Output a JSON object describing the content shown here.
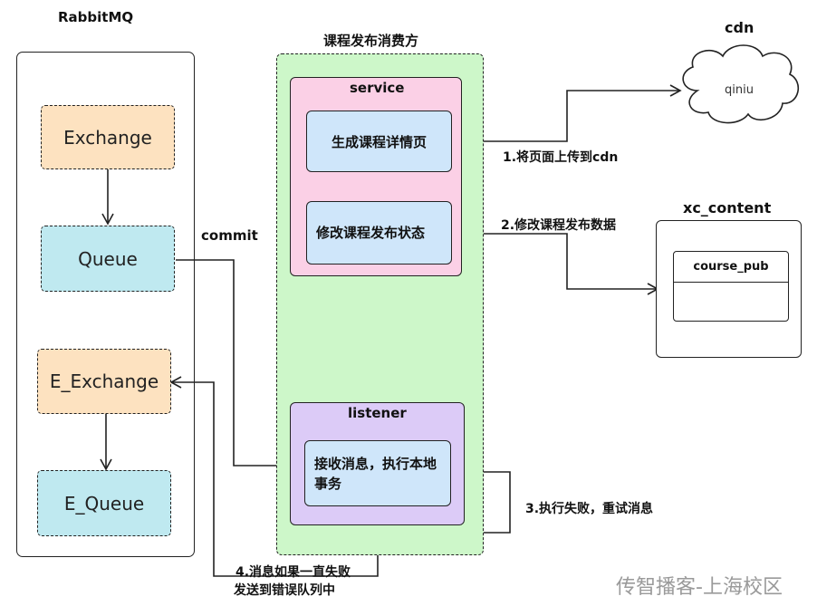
{
  "rabbitmq": {
    "title": "RabbitMQ",
    "exchange": "Exchange",
    "queue": "Queue",
    "e_exchange": "E_Exchange",
    "e_queue": "E_Queue"
  },
  "consumer": {
    "title": "课程发布消费方",
    "service": {
      "title": "service",
      "gen_detail": "生成课程详情页",
      "update_status": "修改课程发布状态"
    },
    "listener": {
      "title": "listener",
      "receive": "接收消息，执行本地事务"
    }
  },
  "cdn": {
    "title": "cdn",
    "cloud_label": "qiniu"
  },
  "xc_content": {
    "title": "xc_content",
    "table": "course_pub"
  },
  "edges": {
    "commit": "commit",
    "upload_cdn": "1.将页面上传到cdn",
    "update_db": "2.修改课程发布数据",
    "retry": "3.执行失败，重试消息",
    "error_queue_line1": "4.消息如果一直失败",
    "error_queue_line2": "发送到错误队列中"
  },
  "watermark": "传智播客-上海校区",
  "colors": {
    "exchange_fill": "#fde2c0",
    "queue_fill": "#bfe9f0",
    "consumer_fill": "#cdf7c9",
    "service_fill": "#fbd0e6",
    "listener_fill": "#dccbf7",
    "inner_fill": "#cfe6fa"
  }
}
